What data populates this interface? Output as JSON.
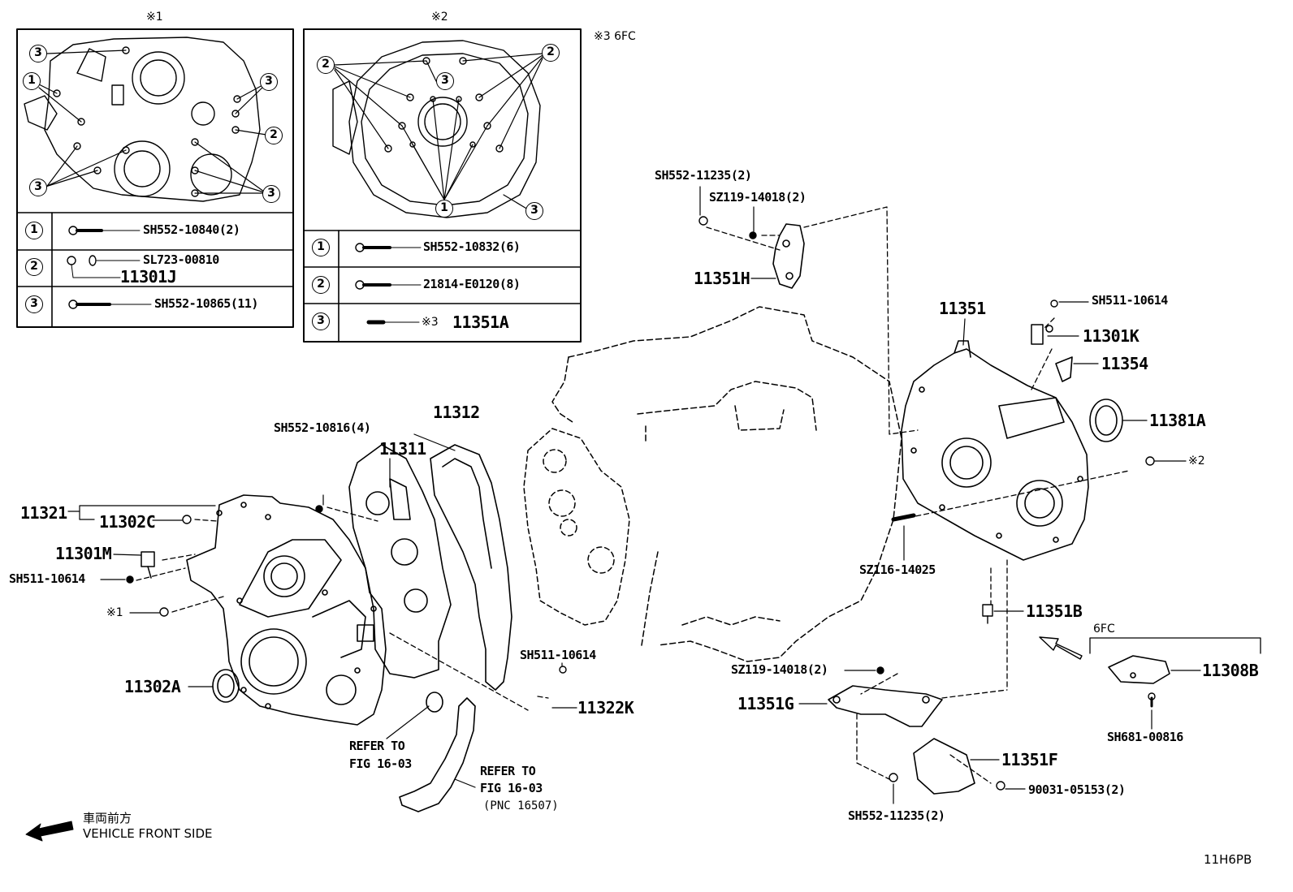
{
  "inset1": {
    "header": "※1",
    "callouts": {
      "n1": "1",
      "n2": "2",
      "n3": "3"
    },
    "rows": [
      {
        "num": "1",
        "part": "SH552-10840(2)"
      },
      {
        "num": "2",
        "part": "SL723-00810",
        "part2": "11301J"
      },
      {
        "num": "3",
        "part": "SH552-10865(11)"
      }
    ]
  },
  "inset2": {
    "header": "※2",
    "callouts": {
      "n1": "1",
      "n2": "2",
      "n3": "3"
    },
    "rows": [
      {
        "num": "1",
        "part": "SH552-10832(6)"
      },
      {
        "num": "2",
        "part": "21814-E0120(8)"
      },
      {
        "num": "3",
        "prefix": "※3",
        "part": "11351A"
      }
    ]
  },
  "note3": "※3 6FC",
  "labels": {
    "p11351H_bolt": "SH552-11235(2)",
    "p11351H_screw": "SZ119-14018(2)",
    "p11351H": "11351H",
    "p11351": "11351",
    "p11301K_bolt": "SH511-10614",
    "p11301K": "11301K",
    "p11354": "11354",
    "p11381A": "11381A",
    "ref2": "※2",
    "p_stud": "SZ116-14025",
    "p11351B": "11351B",
    "p11312": "11312",
    "p11311": "11311",
    "p_bolt4": "SH552-10816(4)",
    "p11321": "11321",
    "p11302C": "11302C",
    "p11301M": "11301M",
    "p_sh511": "SH511-10614",
    "ref1": "※1",
    "p11302A": "11302A",
    "p_sh511b": "SH511-10614",
    "p11322K": "11322K",
    "refer1_a": "REFER TO",
    "refer1_b": "FIG 16-03",
    "refer2_a": "REFER TO",
    "refer2_b": "FIG 16-03",
    "refer2_c": "(PNC 16507)",
    "p_sz119b": "SZ119-14018(2)",
    "p11351G": "11351G",
    "p11351F": "11351F",
    "p_sh552b": "SH552-11235(2)",
    "p90031": "90031-05153(2)",
    "model6fc": "6FC",
    "p11308B": "11308B",
    "p_sh681": "SH681-00816",
    "front_jp": "車両前方",
    "front_en": "VEHICLE FRONT SIDE",
    "diagram_id": "11H6PB"
  }
}
